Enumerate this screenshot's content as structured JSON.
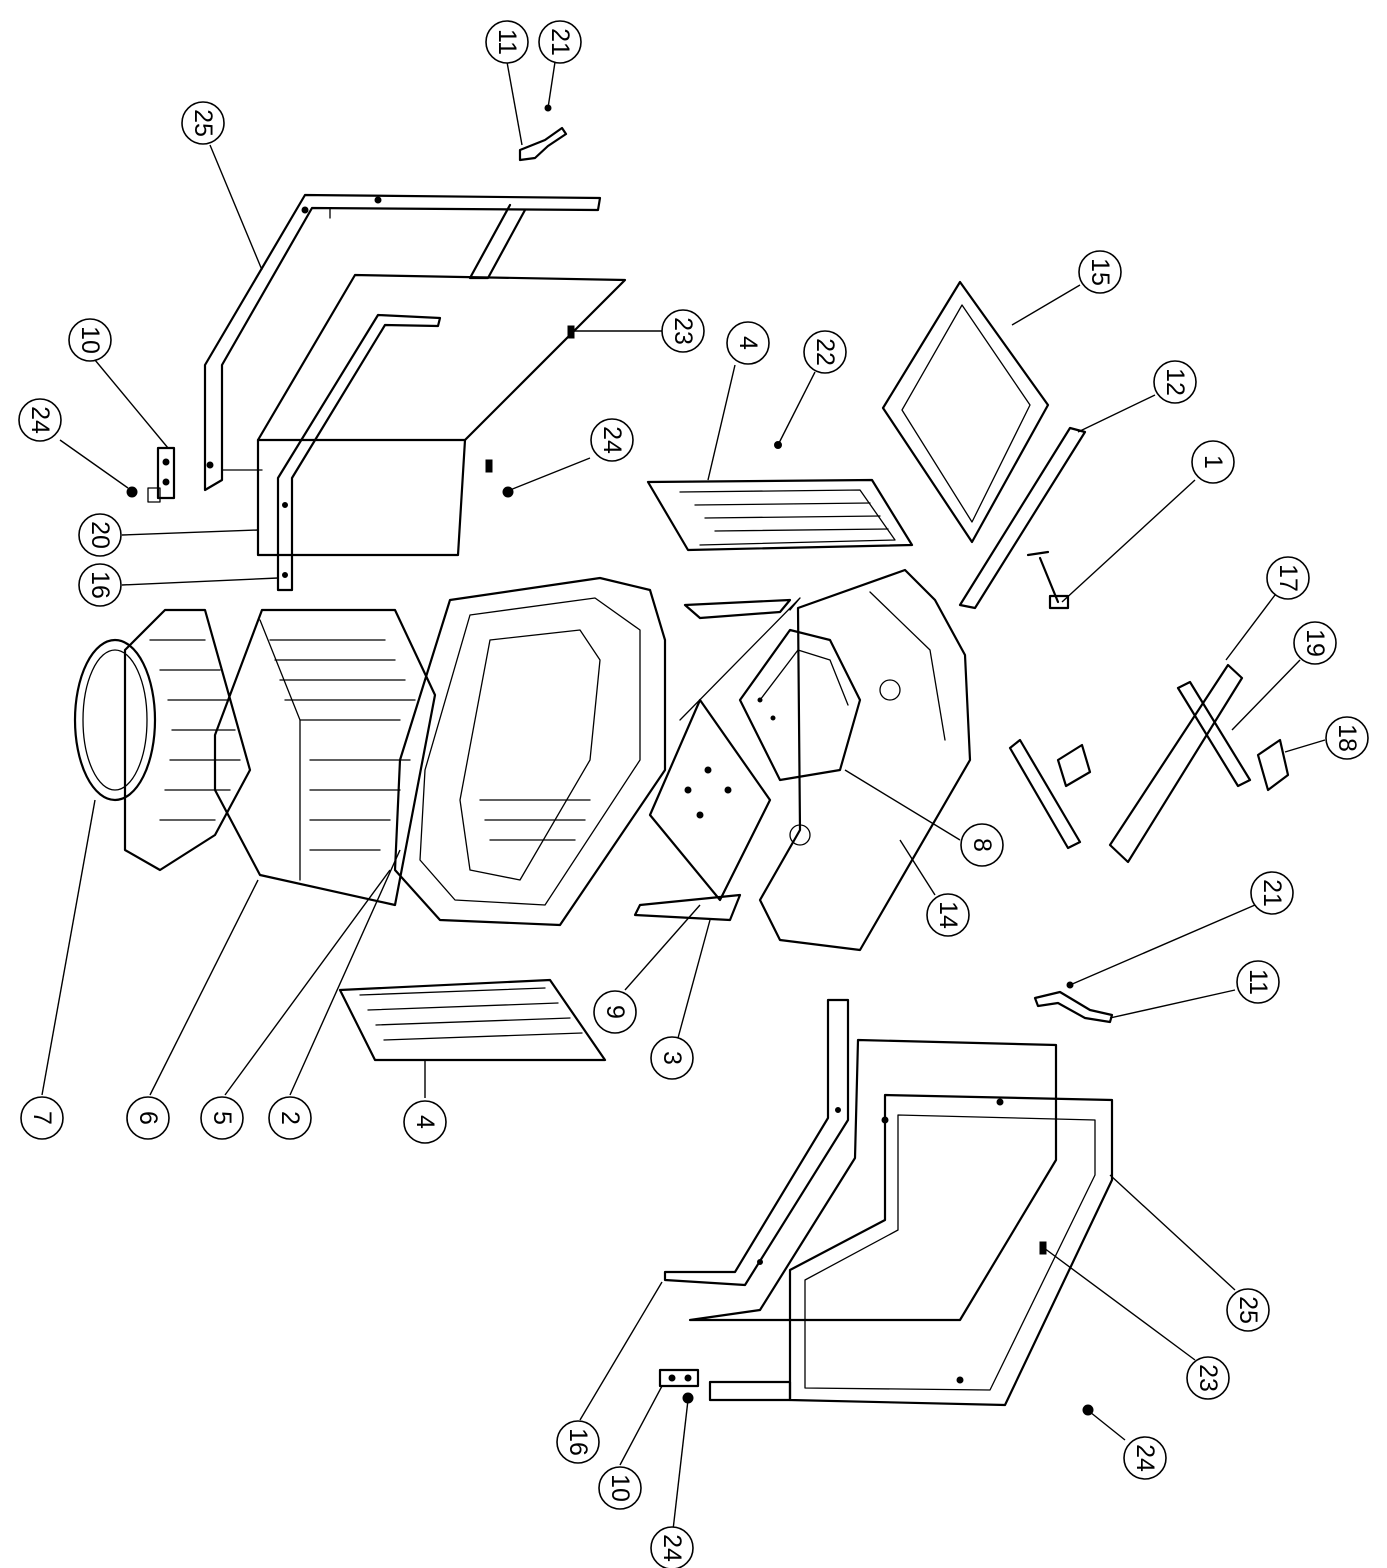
{
  "diagram": {
    "callouts": [
      {
        "id": "c11-top",
        "label": "11"
      },
      {
        "id": "c21-top",
        "label": "21"
      },
      {
        "id": "c25-top",
        "label": "25"
      },
      {
        "id": "c10-left",
        "label": "10"
      },
      {
        "id": "c24-left",
        "label": "24"
      },
      {
        "id": "c20",
        "label": "20"
      },
      {
        "id": "c16-left",
        "label": "16"
      },
      {
        "id": "c23-top",
        "label": "23"
      },
      {
        "id": "c24-mid",
        "label": "24"
      },
      {
        "id": "c4-top",
        "label": "4"
      },
      {
        "id": "c22",
        "label": "22"
      },
      {
        "id": "c15",
        "label": "15"
      },
      {
        "id": "c12",
        "label": "12"
      },
      {
        "id": "c1",
        "label": "1"
      },
      {
        "id": "c17",
        "label": "17"
      },
      {
        "id": "c19",
        "label": "19"
      },
      {
        "id": "c18",
        "label": "18"
      },
      {
        "id": "c8",
        "label": "8"
      },
      {
        "id": "c14",
        "label": "14"
      },
      {
        "id": "c21-right",
        "label": "21"
      },
      {
        "id": "c11-right",
        "label": "11"
      },
      {
        "id": "c9",
        "label": "9"
      },
      {
        "id": "c3",
        "label": "3"
      },
      {
        "id": "c7",
        "label": "7"
      },
      {
        "id": "c6",
        "label": "6"
      },
      {
        "id": "c5",
        "label": "5"
      },
      {
        "id": "c2",
        "label": "2"
      },
      {
        "id": "c4-bottom",
        "label": "4"
      },
      {
        "id": "c25-bottom",
        "label": "25"
      },
      {
        "id": "c23-bottom",
        "label": "23"
      },
      {
        "id": "c16-bottom",
        "label": "16"
      },
      {
        "id": "c10-bottom",
        "label": "10"
      },
      {
        "id": "c24-bottom-left",
        "label": "24"
      },
      {
        "id": "c24-bottom-right",
        "label": "24"
      }
    ]
  }
}
